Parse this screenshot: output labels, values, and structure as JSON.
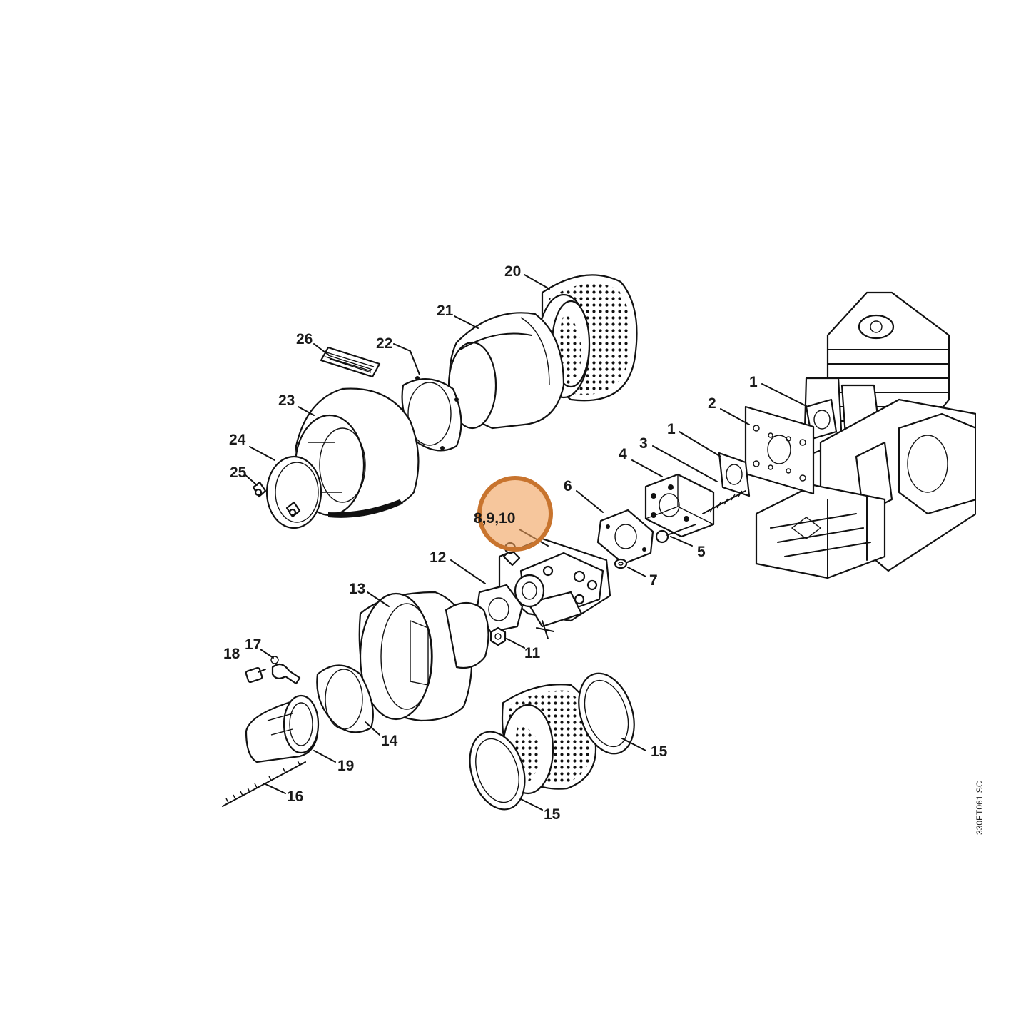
{
  "diagram": {
    "callouts": {
      "p1a": "1",
      "p1b": "1",
      "p2": "2",
      "p3": "3",
      "p4": "4",
      "p5": "5",
      "p6": "6",
      "p7": "7",
      "p8_9_10": "8,9,10",
      "p11": "11",
      "p12": "12",
      "p13": "13",
      "p14": "14",
      "p15a": "15",
      "p15b": "15",
      "p16": "16",
      "p17": "17",
      "p18": "18",
      "p19": "19",
      "p20": "20",
      "p21": "21",
      "p22": "22",
      "p23": "23",
      "p24": "24",
      "p25": "25",
      "p26": "26"
    },
    "drawing_code": "330ET061 SC",
    "highlight": {
      "target": "8,9,10",
      "color": "#f0a05a"
    }
  }
}
